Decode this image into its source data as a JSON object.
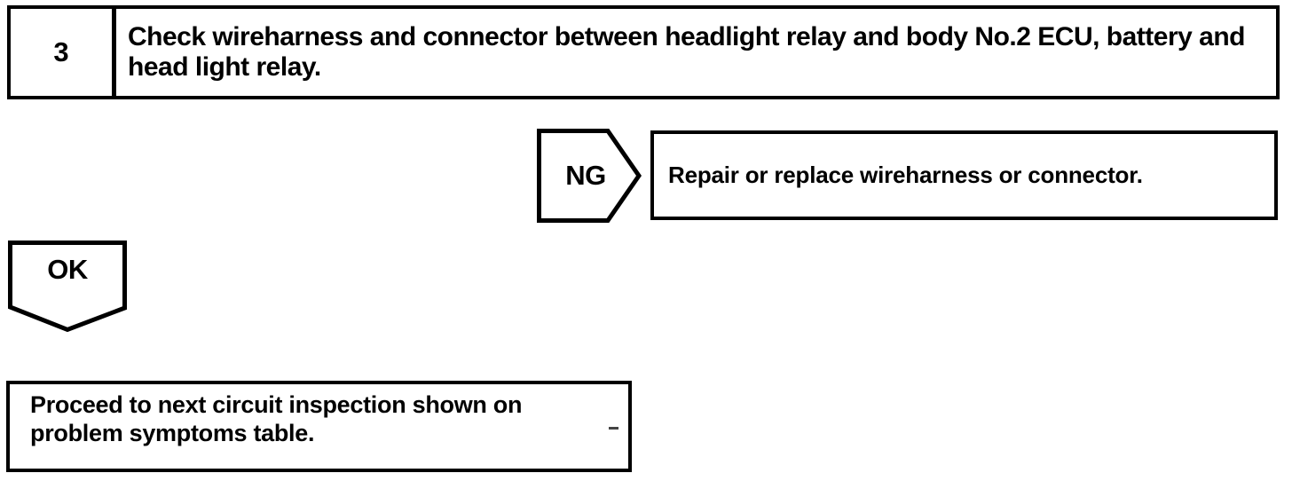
{
  "page": {
    "background": "#ffffff",
    "ink": "#000000",
    "kind": "service-manual troubleshooting flowchart (scanned)"
  },
  "flowchart": {
    "step": {
      "number": "3",
      "instruction": "Check wireharness and connector between headlight relay and body No.2 ECU, battery and head light relay."
    },
    "ng": {
      "label": "NG",
      "action": "Repair or replace wireharness or connector."
    },
    "ok": {
      "label": "OK",
      "action": "Proceed to next circuit inspection shown on problem symptoms table."
    }
  }
}
